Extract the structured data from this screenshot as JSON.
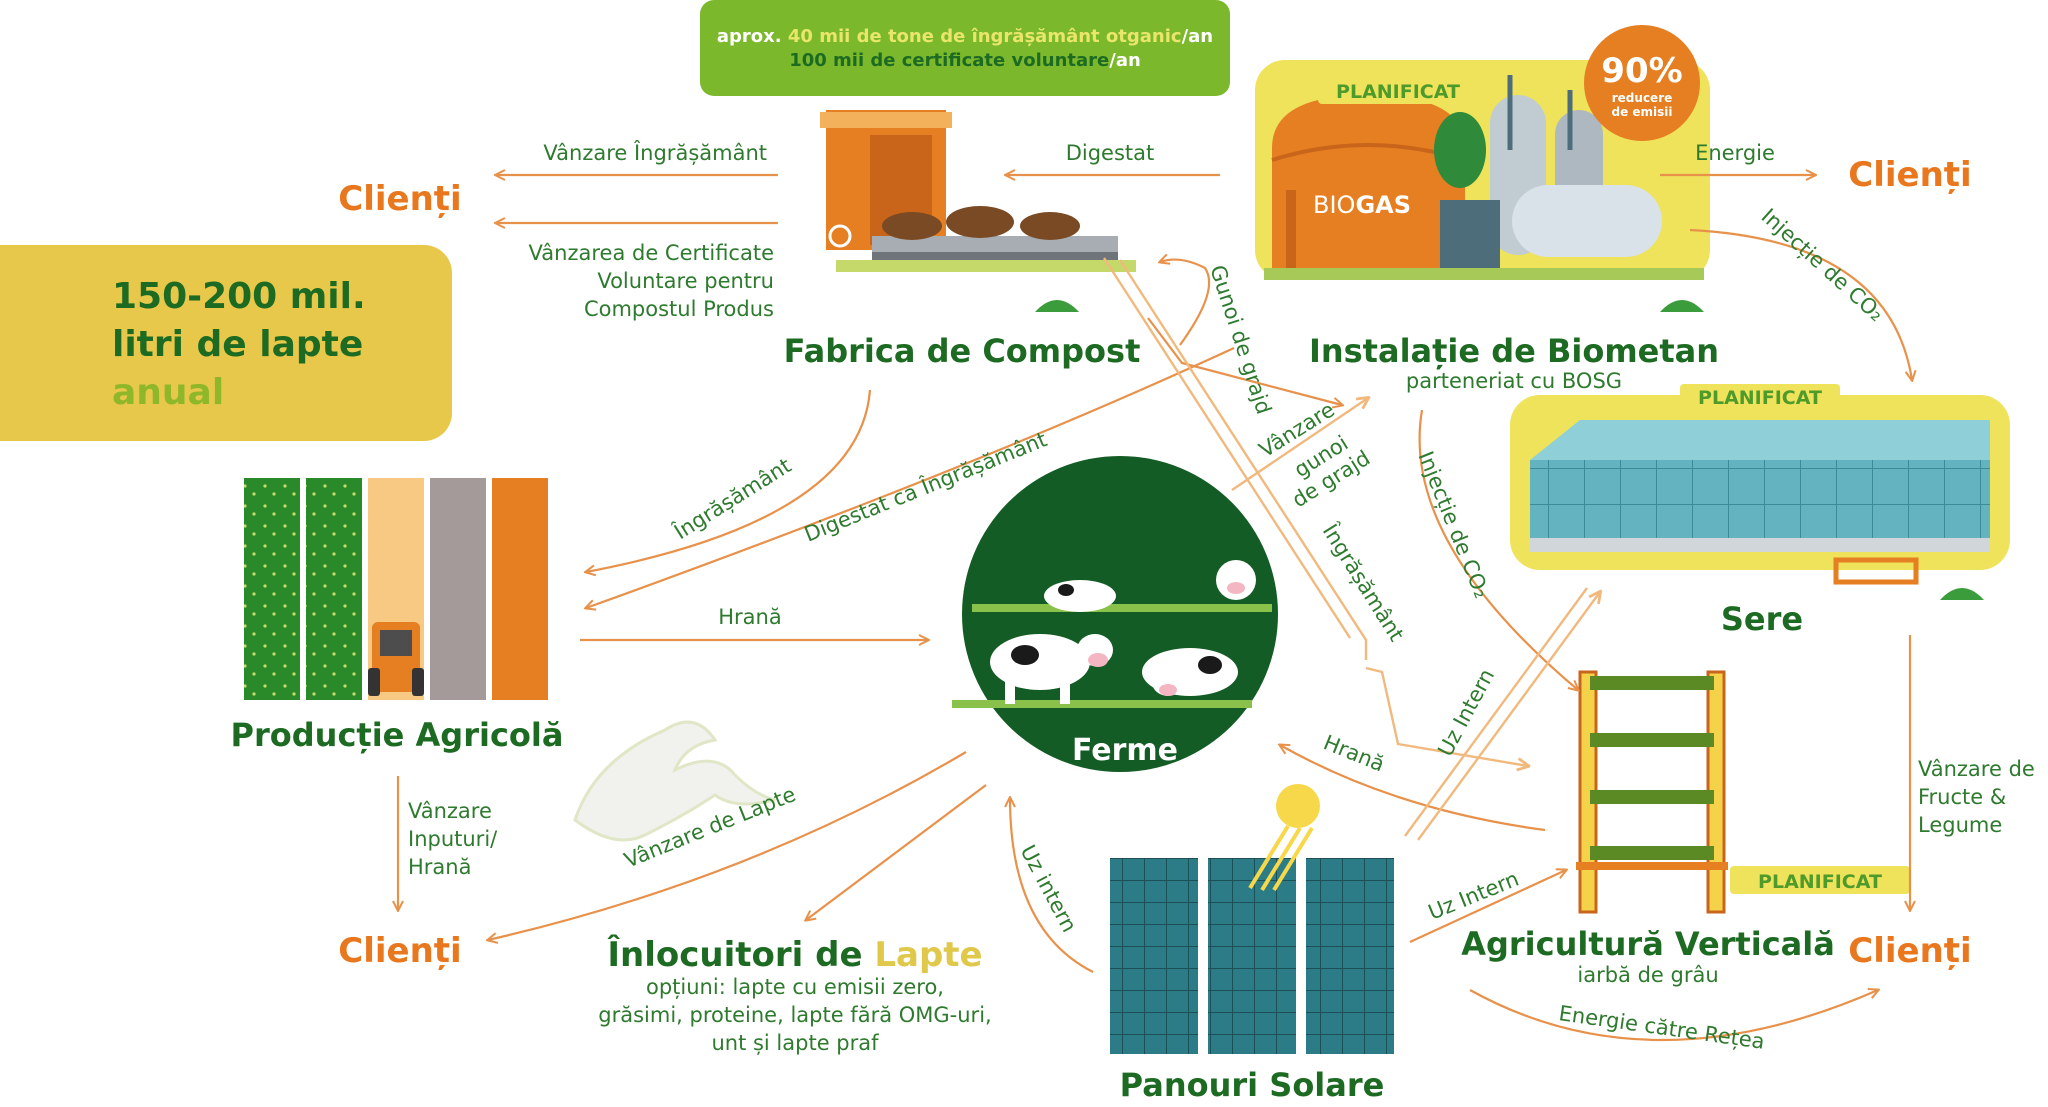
{
  "banner": {
    "line1_prefix": "aprox.",
    "line1_highlight": "40 mii de tone de îngrășământ otganic",
    "line1_suffix": "/an",
    "line2_highlight": "100 mii de certificate voluntare",
    "line2_suffix": "/an"
  },
  "milk_box": {
    "line1": "150-200 mil.",
    "line2": "litri de lapte",
    "line3": "anual"
  },
  "nodes": {
    "compost": {
      "title": "Fabrica de Compost"
    },
    "biomethane": {
      "title": "Instalație de Biometan",
      "subtitle": "parteneriat cu BOSG",
      "tag": "PLANIFICAT",
      "biogas_label_a": "BIO",
      "biogas_label_b": "GAS",
      "badge_value": "90%",
      "badge_line1": "reducere",
      "badge_line2": "de emisii"
    },
    "greenhouse": {
      "title": "Sere",
      "tag": "PLANIFICAT"
    },
    "farms": {
      "title": "Ferme"
    },
    "agri": {
      "title": "Producție Agricolă"
    },
    "vertical": {
      "title": "Agricultură Verticală",
      "subtitle": "iarbă de grâu",
      "tag": "PLANIFICAT"
    },
    "solar": {
      "title": "Panouri Solare"
    },
    "milk_sub": {
      "title_a": "Înlocuitori de ",
      "title_b": "Lapte",
      "line1": "opțiuni: lapte cu emisii zero,",
      "line2": "grăsimi, proteine, lapte fără OMG-uri,",
      "line3": "unt și lapte praf"
    }
  },
  "clients": {
    "label": "Clienți"
  },
  "flows": {
    "sale_fertilizer": "Vânzare Îngrășământ",
    "sale_certificates": [
      "Vânzarea de Certificate",
      "Voluntare pentru",
      "Compostul Produs"
    ],
    "digestate": "Digestat",
    "energy": "Energie",
    "co2_injection_1": "Injecție de CO₂",
    "manure_1": "Gunoi de grajd",
    "manure_sale": [
      "Vânzare",
      "gunoi",
      "de grajd"
    ],
    "co2_injection_2": "Injecție de CO₂",
    "fertilizer_1": "Îngrășământ",
    "digestate_fertilizer": "Digestat ca Îngrășământ",
    "fertilizer_2": "Îngrășământ",
    "feed_1": "Hrană",
    "internal_use_1": "Uz Intern",
    "feed_2": "Hrană",
    "sale_inputs": [
      "Vânzare",
      "Inputuri/",
      "Hrană"
    ],
    "sale_milk": "Vânzare de Lapte",
    "internal_use_2": "Uz intern",
    "internal_use_3": "Uz Intern",
    "sale_fruits": [
      "Vânzare de",
      "Fructe &",
      "Legume"
    ],
    "energy_grid": "Energie către Rețea"
  },
  "colors": {
    "dark_green": "#1d6b22",
    "text_green": "#2e7a2e",
    "orange": "#e8771e",
    "arrow": "#e8914a",
    "banner_green": "#7cb82c",
    "yellow_box": "#e8c84a",
    "farm_circle": "#145c25"
  }
}
